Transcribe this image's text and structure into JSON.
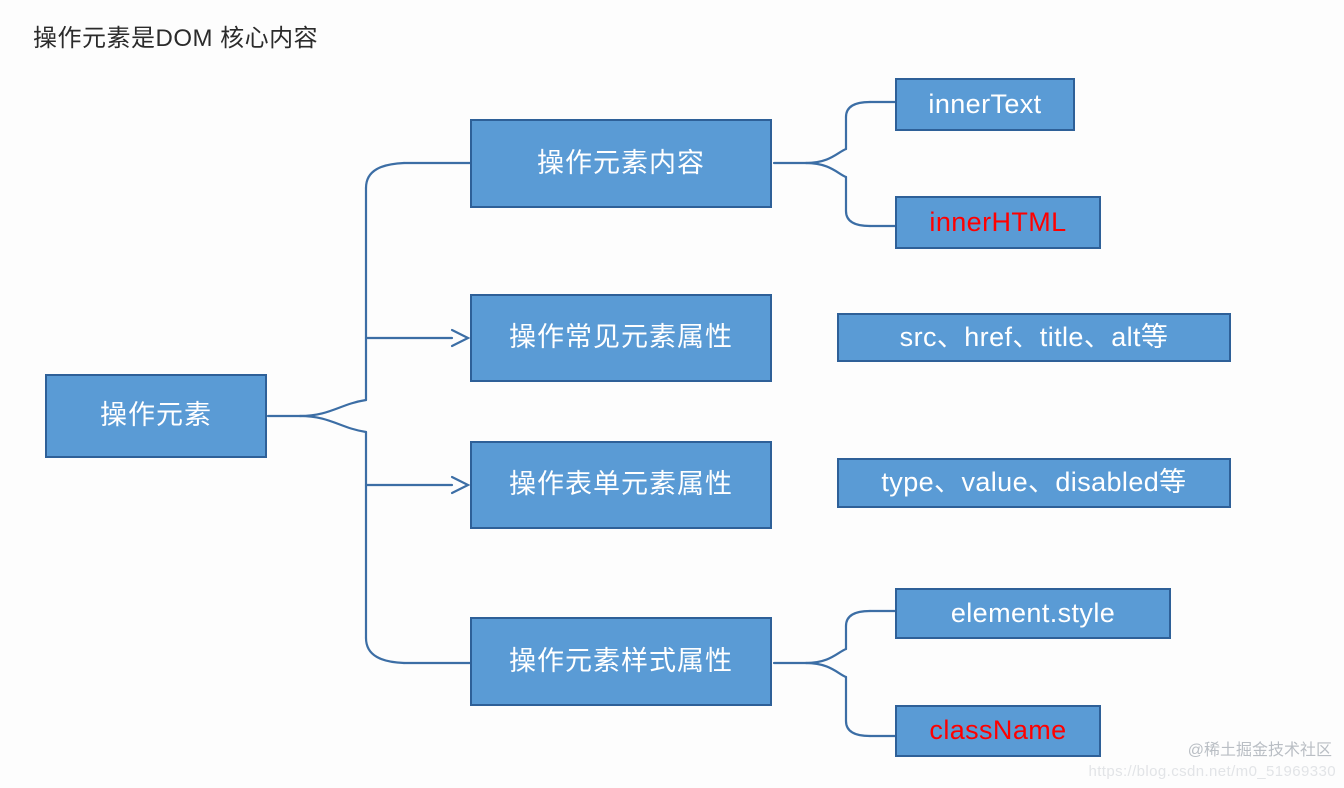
{
  "title": "操作元素是DOM 核心内容",
  "palette": {
    "node_fill": "#5a9bd5",
    "node_border": "#2e6098",
    "node_text": "#ffffff",
    "highlight_text": "#ff0000",
    "connector": "#3c6ea5",
    "page_background": "#fdfdfd"
  },
  "root": {
    "label": "操作元素"
  },
  "branches": [
    {
      "label": "操作元素内容",
      "connector": "brace",
      "leaves": [
        {
          "label": "innerText",
          "highlight": false
        },
        {
          "label": "innerHTML",
          "highlight": true
        }
      ]
    },
    {
      "label": "操作常见元素属性",
      "connector": "arrow",
      "leaves": [
        {
          "label": "src、href、title、alt等",
          "highlight": false
        }
      ]
    },
    {
      "label": "操作表单元素属性",
      "connector": "arrow",
      "leaves": [
        {
          "label": "type、value、disabled等",
          "highlight": false
        }
      ]
    },
    {
      "label": "操作元素样式属性",
      "connector": "brace",
      "leaves": [
        {
          "label": "element.style",
          "highlight": false
        },
        {
          "label": "className",
          "highlight": true
        }
      ]
    }
  ],
  "watermark": {
    "community": "@稀土掘金技术社区",
    "url": "https://blog.csdn.net/m0_51969330"
  }
}
